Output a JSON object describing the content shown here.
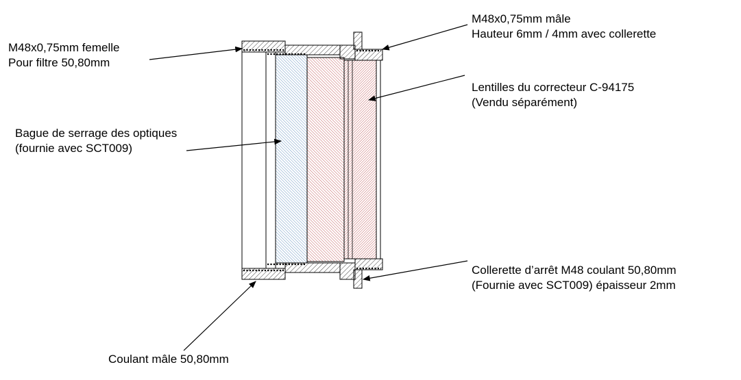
{
  "labels": {
    "femelle": {
      "line1": "M48x0,75mm femelle",
      "line2": "Pour filtre 50,80mm"
    },
    "bague": {
      "line1": "Bague de serrage des optiques",
      "line2": "(fournie avec SCT009)"
    },
    "male": {
      "line1": "M48x0,75mm mâle",
      "line2": "Hauteur 6mm / 4mm avec collerette"
    },
    "lentilles": {
      "line1": "Lentilles du correcteur C-94175",
      "line2": "(Vendu séparément)"
    },
    "collerette": {
      "line1": "Collerette d’arrêt M48 coulant 50,80mm",
      "line2": "(Fournie avec SCT009) épaisseur 2mm"
    },
    "coulant": {
      "line1": "Coulant mâle 50,80mm"
    }
  },
  "colors": {
    "line": "#000000",
    "hatch": "#404040",
    "bague_hatch": "#4a7fb5",
    "lens_hatch": "#b83a3a",
    "thread_dots": "#000000",
    "background": "#ffffff"
  },
  "icons": {
    "arrowhead": "filled-triangle-arrowhead"
  }
}
